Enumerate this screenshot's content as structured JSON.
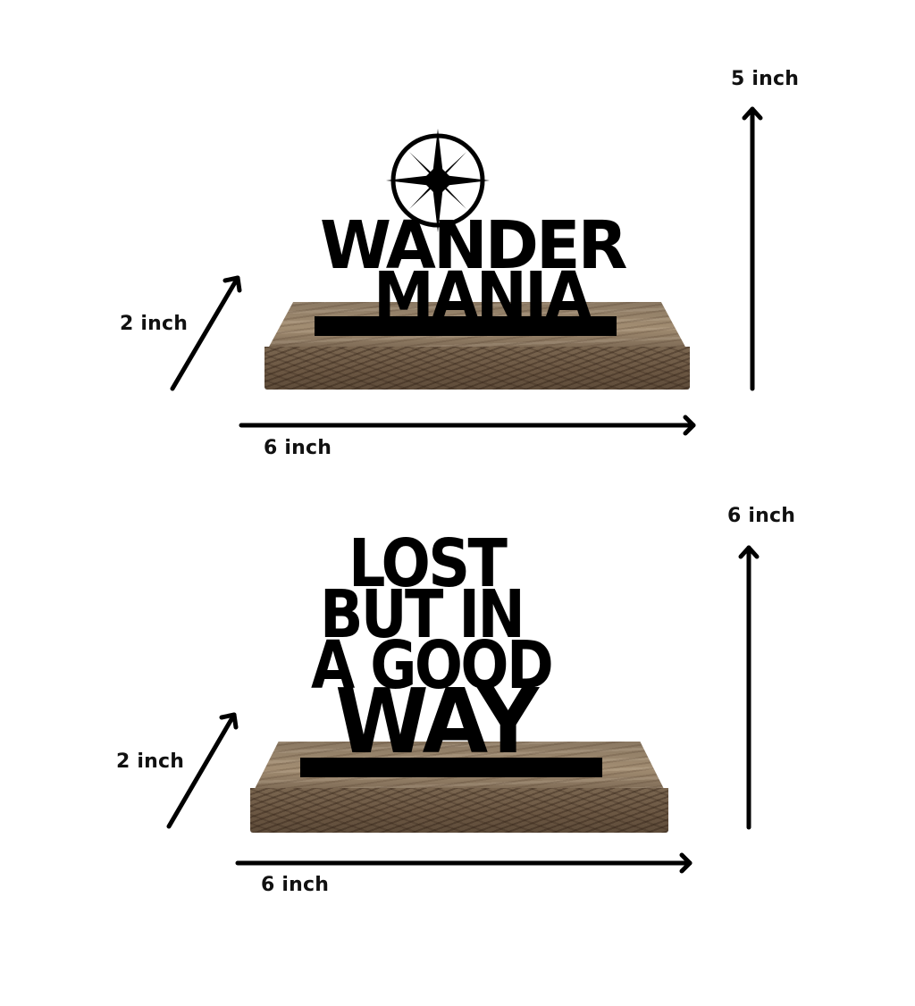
{
  "products": [
    {
      "name": "Wander Mania",
      "sign_lines": [
        "WANDER",
        "MANIA"
      ],
      "icon": "compass-rose-icon",
      "dimensions": {
        "depth_label": "2 inch",
        "width_label": "6 inch",
        "height_label": "5 inch"
      }
    },
    {
      "name": "Lost But In A Good Way",
      "sign_lines": [
        "LOST",
        "BUT IN",
        "A GOOD",
        "WAY"
      ],
      "dimensions": {
        "depth_label": "2 inch",
        "width_label": "6 inch",
        "height_label": "6 inch"
      }
    }
  ],
  "colors": {
    "sign": "#000000",
    "wood_top": "#9a866c",
    "wood_front": "#6a5642",
    "arrow": "#000000",
    "background": "#ffffff"
  }
}
